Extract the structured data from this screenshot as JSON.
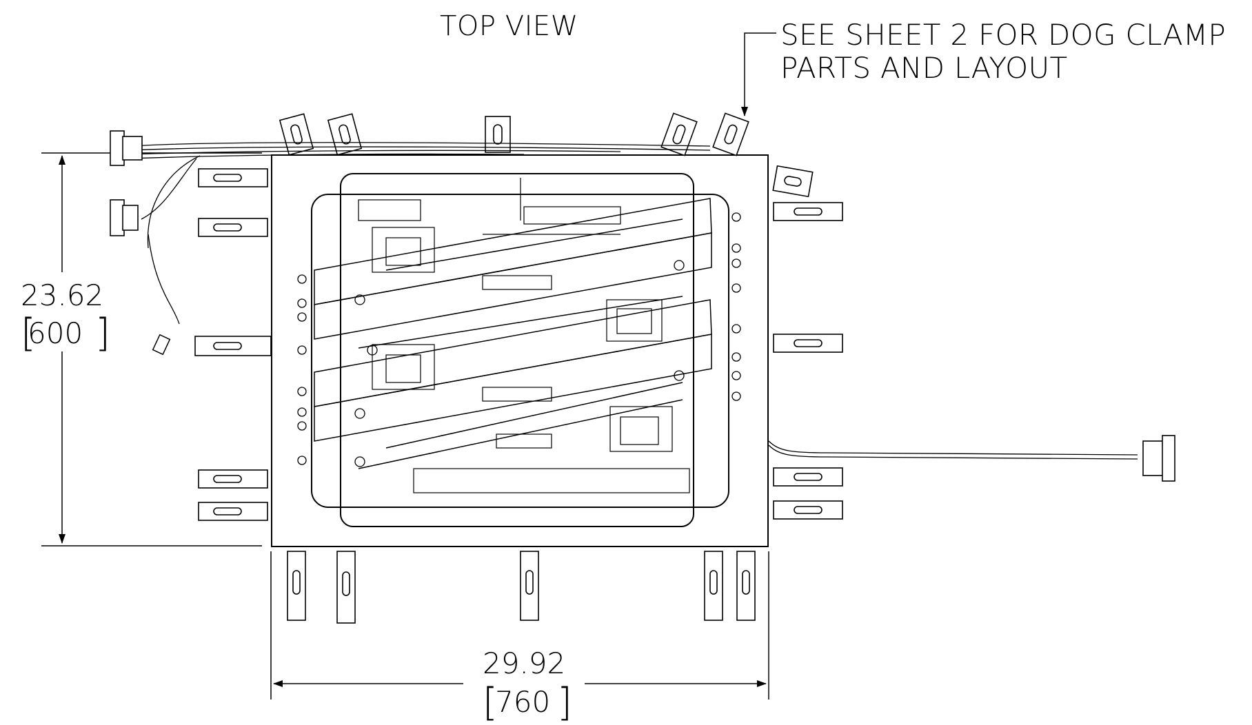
{
  "view": {
    "title": "TOP VIEW",
    "note_line1": "SEE SHEET 2 FOR DOG CLAMP",
    "note_line2": "PARTS AND LAYOUT"
  },
  "dimensions": {
    "height_in": "23.62",
    "height_mm": "600",
    "width_in": "29.92",
    "width_mm": "760"
  },
  "colors": {
    "line": "#000000",
    "background": "#ffffff"
  }
}
